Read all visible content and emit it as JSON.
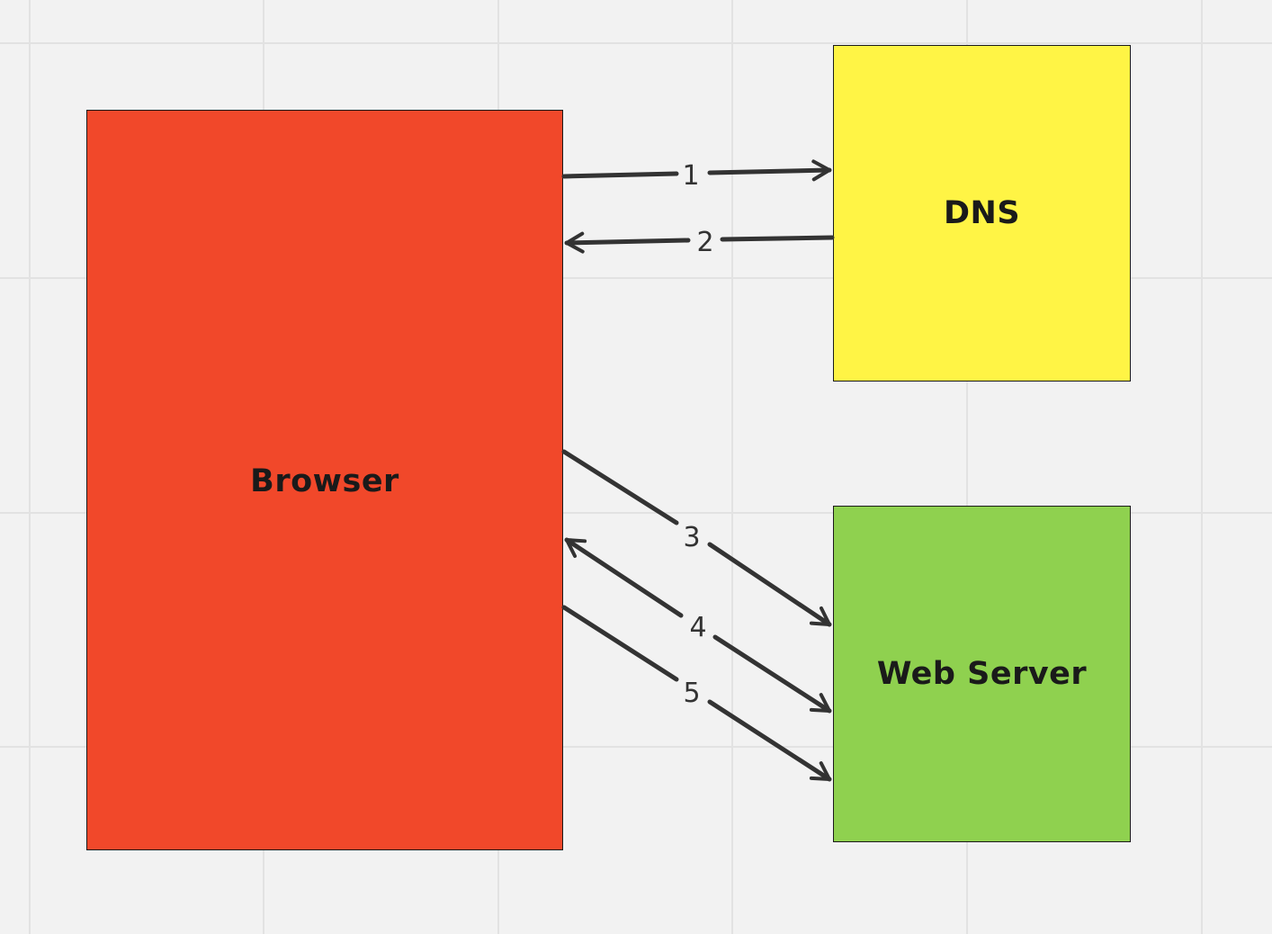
{
  "diagram": {
    "nodes": [
      {
        "id": "browser",
        "label": "Browser",
        "color": "#f1482a"
      },
      {
        "id": "dns",
        "label": "DNS",
        "color": "#fff445"
      },
      {
        "id": "server",
        "label": "Web Server",
        "color": "#8fd14f"
      }
    ],
    "connectors": [
      {
        "label": "1",
        "from": "browser",
        "to": "dns"
      },
      {
        "label": "2",
        "from": "dns",
        "to": "browser"
      },
      {
        "label": "3",
        "from": "browser",
        "to": "server"
      },
      {
        "label": "4",
        "from": "server",
        "to": "browser",
        "bidirectional": true
      },
      {
        "label": "5",
        "from": "browser",
        "to": "server"
      }
    ],
    "colors": {
      "canvas": "#f2f2f2",
      "grid": "#e2e2e2",
      "arrow": "#333333",
      "text": "#1a1a1a"
    }
  }
}
